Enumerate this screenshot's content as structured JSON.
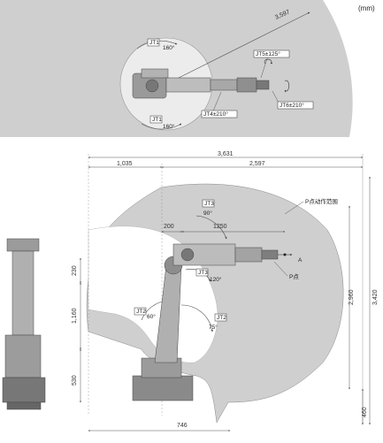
{
  "unit_label": "(mm)",
  "top_view": {
    "radius_label": "3,597",
    "jt1_top": "JT1",
    "jt1_top_angle": "160°",
    "jt1_bottom": "JT1",
    "jt1_bottom_angle": "160°",
    "jt4": "JT4±210°",
    "jt5": "JT5±125°",
    "jt6": "JT6±210°"
  },
  "side_view": {
    "total_width": "3,631",
    "back_width": "1,035",
    "front_width": "2,597",
    "offset_200": "200",
    "arm_1250": "1250",
    "jt3_top": "JT3",
    "jt3_top_angle": "90°",
    "p_range_label": "P点动作范围",
    "point_a": "A",
    "point_p": "P点",
    "jt3_mid": "JT3",
    "jt3_mid_angle": "120°",
    "jt2_left": "JT2",
    "jt2_left_angle": "60°",
    "jt2_right": "JT2",
    "jt2_right_angle": "75°",
    "dim_230": "230",
    "dim_1160": "1,160",
    "dim_530": "530",
    "dim_746": "746",
    "dim_2960": "2,960",
    "dim_3420": "3,420",
    "dim_460": "460"
  }
}
